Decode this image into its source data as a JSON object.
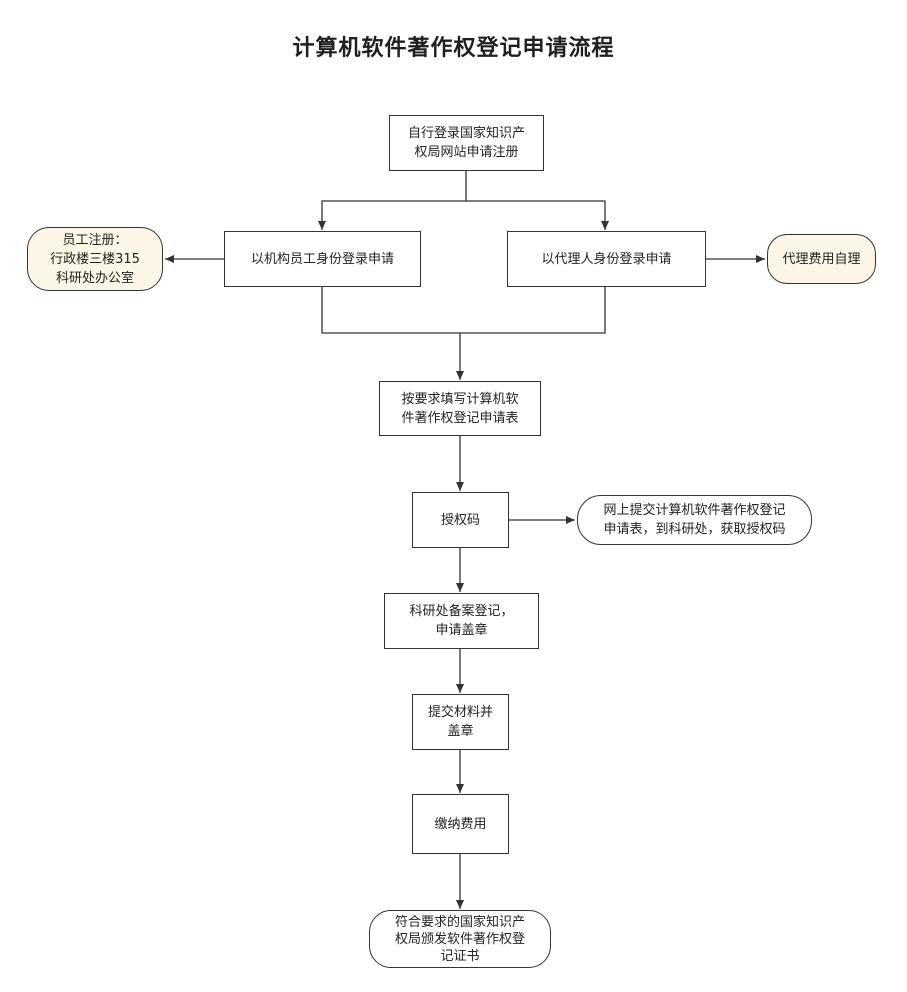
{
  "title": "计算机软件著作权登记申请流程",
  "nodes": {
    "start": "自行登录国家知识产\n权局网站申请注册",
    "org_login": "以机构员工身份登录申请",
    "agent_login": "以代理人身份登录申请",
    "employee_note": "员工注册：\n行政楼三楼315\n科研处办公室",
    "agent_fee": "代理费用自理",
    "fill_form": "按要求填写计算机软\n件著作权登记申请表",
    "auth_code": "授权码",
    "auth_note": "网上提交计算机软件著作权登记\n申请表，到科研处，获取授权码",
    "registration": "科研处备案登记，\n申请盖章",
    "submit": "提交材料并\n盖章",
    "pay": "缴纳费用",
    "certificate": "符合要求的国家知识产\n权局颁发软件著作权登\n记证书"
  }
}
